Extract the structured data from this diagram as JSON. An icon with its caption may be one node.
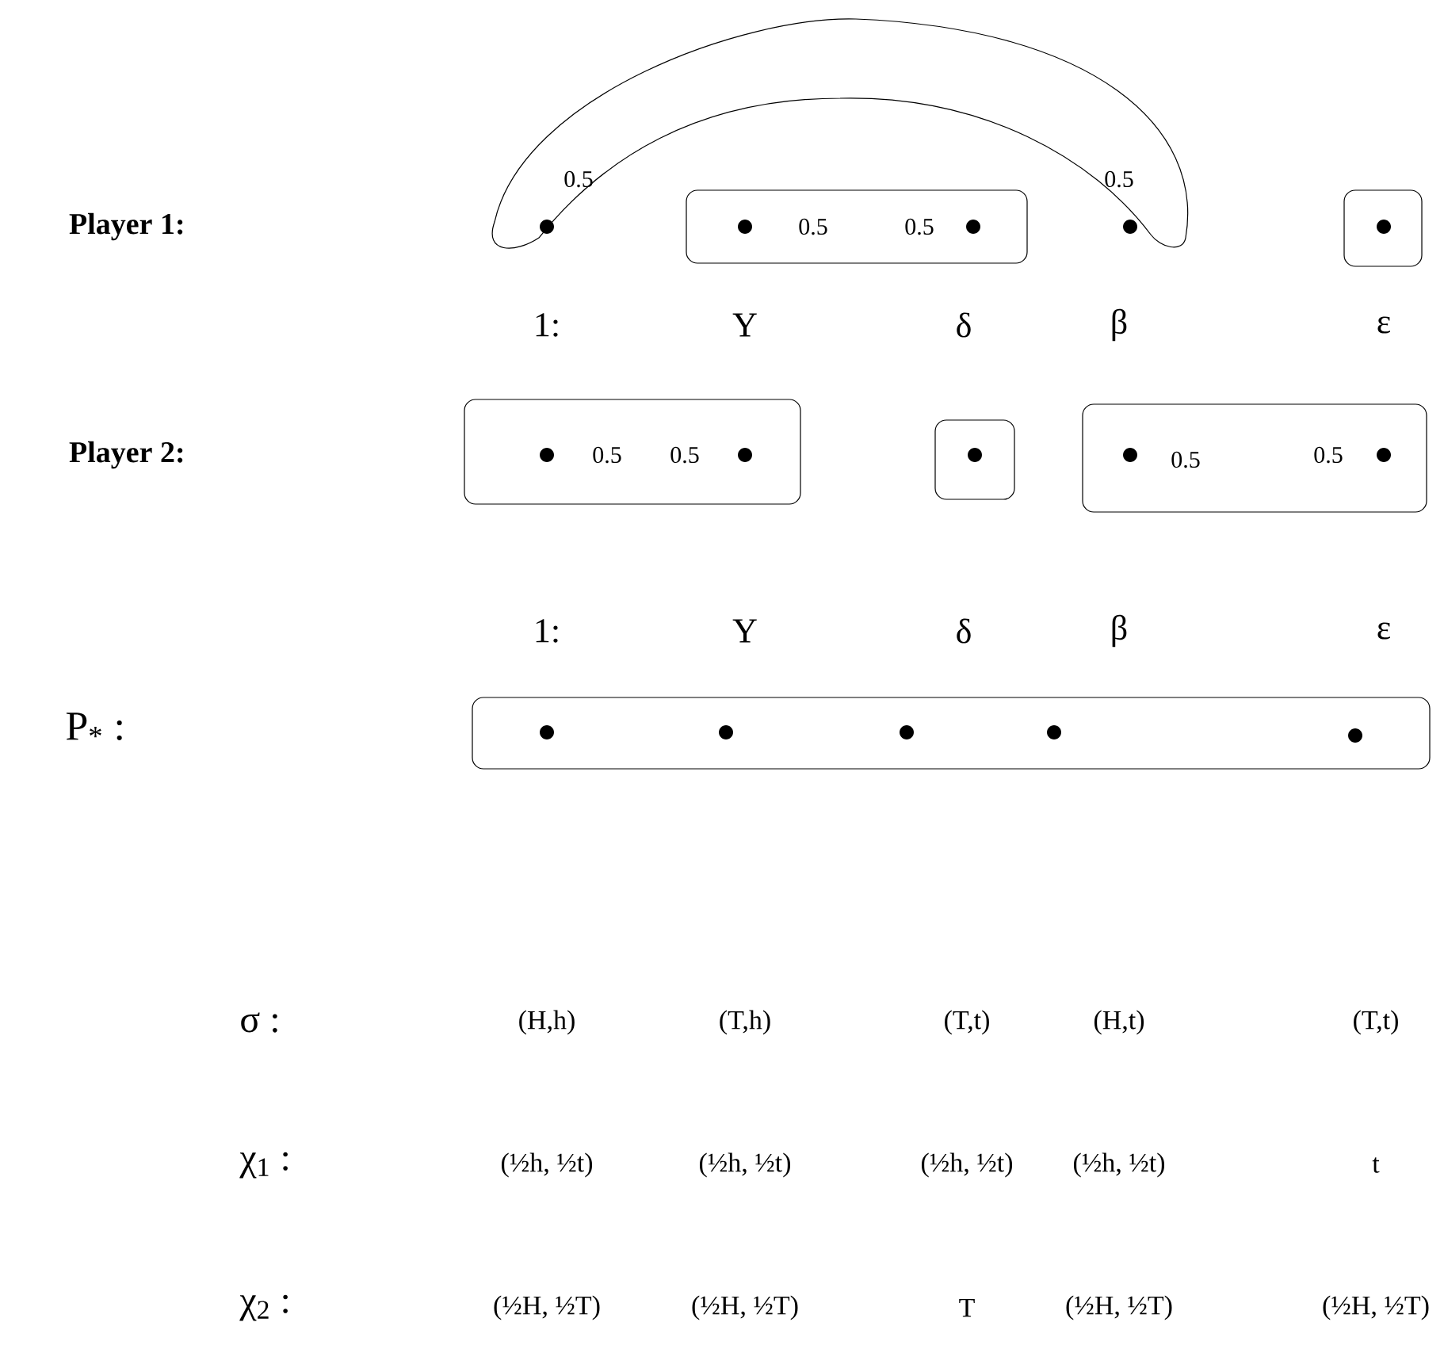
{
  "diagram": {
    "nodes": [
      {
        "text": [
          "0.5",
          "0.5"
        ]
      },
      {
        "text": [
          "0.5",
          "0.5"
        ]
      },
      {
        "text": [],
        "shape": "box"
      },
      {
        "text": [
          "0.5",
          "0.5"
        ]
      },
      {
        "text": [],
        "shape": "box"
      },
      {
        "text": [
          "0.5",
          "0.5"
        ]
      },
      {
        "text": [],
        "shape": "box"
      }
    ],
    "labels": [
      "Player 1:",
      "1:",
      "Y",
      "δ",
      "β",
      "ε",
      "Player 2:",
      "1:",
      "Y",
      "δ",
      "β",
      "ε",
      "P$_{*}$ :",
      "σ :",
      "(H,h)",
      "(T,h)",
      "(T,t)",
      "(H,t)",
      "(T,t)",
      "χ$_{1}$ :",
      "(½h, ½t)",
      "(½h, ½t)",
      "(½h, ½t)",
      "(½h, ½t)",
      "t",
      "χ$_{2}$ :",
      "(½H, ½T)",
      "(½H, ½T)",
      "T",
      "(½H, ½T)",
      "(½H, ½T)"
    ]
  }
}
